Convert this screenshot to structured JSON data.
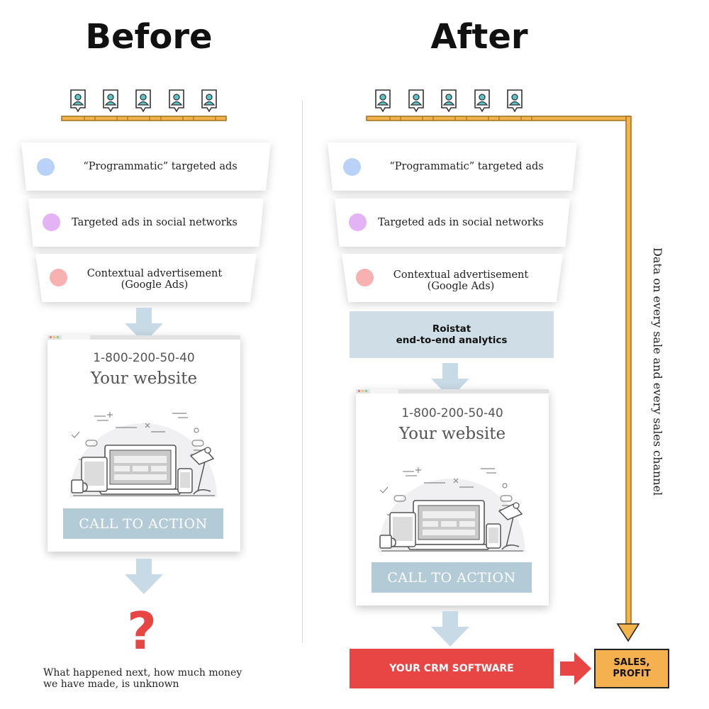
{
  "before": {
    "title": "Before",
    "funnel": [
      {
        "label": "“Programmatic” targeted ads",
        "dot_color": "#b9d2f7"
      },
      {
        "label": "Targeted ads in social networks",
        "dot_color": "#e3b3f5"
      },
      {
        "label": "Contextual  advertisement\n(Google Ads)",
        "dot_color": "#f7b1b1"
      }
    ],
    "website": {
      "phone": "1-800-200-50-40",
      "title": "Your website",
      "cta": "CALL TO ACTION"
    },
    "question_mark": "?",
    "note": "What happened next, how much money\nwe have made, is unknown"
  },
  "after": {
    "title": "After",
    "funnel": [
      {
        "label": "“Programmatic” targeted ads",
        "dot_color": "#b9d2f7"
      },
      {
        "label": "Targeted ads in social networks",
        "dot_color": "#e3b3f5"
      },
      {
        "label": "Contextual  advertisement\n(Google Ads)",
        "dot_color": "#f7b1b1"
      }
    ],
    "analytics": "Roistat\nend-to-end analytics",
    "website": {
      "phone": "1-800-200-50-40",
      "title": "Your website",
      "cta": "CALL TO ACTION"
    },
    "crm": "YOUR CRM SOFTWARE",
    "sales": "SALES,\nPROFIT",
    "data_label": "Data on every sale and every sales channel"
  },
  "colors": {
    "arrow": "#c7dae5",
    "bar": "#f2b24c",
    "crm": "#e84545",
    "sales": "#f5b14f",
    "person_head": "#5bc5c9"
  },
  "icons": [
    "person-icon",
    "down-arrow-icon",
    "right-arrow-icon",
    "devices-illustration"
  ]
}
